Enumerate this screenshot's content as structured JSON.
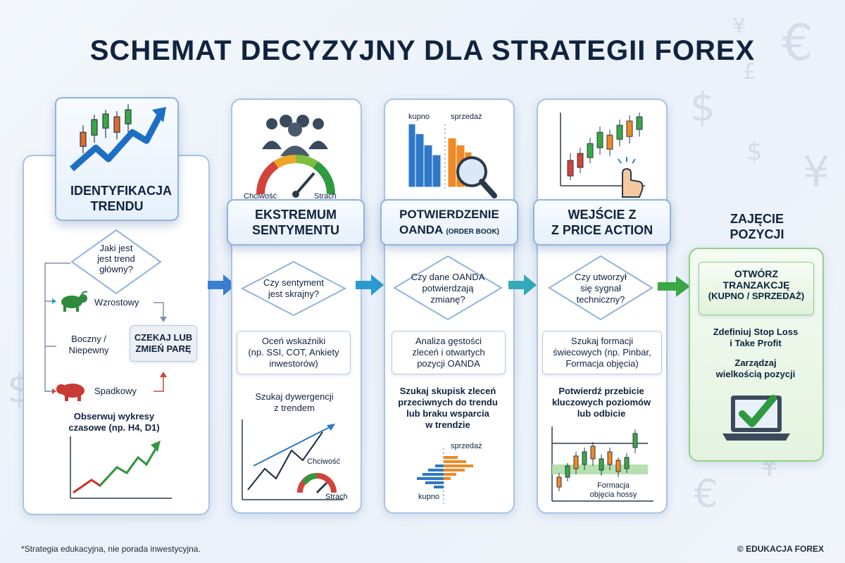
{
  "title": "SCHEMAT DECYZYJNY DLA STRATEGII FOREX",
  "colors": {
    "blue": "#2e78c8",
    "green": "#3aa844",
    "red": "#d2433a",
    "orange": "#f08a24",
    "navy": "#10233f"
  },
  "columns": [
    {
      "title": "IDENTYFIKACJA TRENDU",
      "question": "Jaki jest jest trend główny?",
      "question_lines": [
        "Jaki jest",
        "jest trend",
        "główny?"
      ],
      "branches": [
        {
          "label": "Wzrostowy",
          "icon": "bull-icon"
        },
        {
          "label": "Boczny / Niepewny",
          "lines": [
            "Boczny /",
            "Niepewny"
          ],
          "icon": "none"
        },
        {
          "label": "Spadkowy",
          "icon": "bear-icon"
        }
      ],
      "wait_box": [
        "CZEKAJ LUB",
        "ZMIEŃ PARĘ"
      ],
      "note": [
        "Obserwuj wykresy",
        "czasowe (np. H4, D1)"
      ]
    },
    {
      "title": [
        "EKSTREMUM",
        "SENTYMENTU"
      ],
      "gauge_left": "Chciwość",
      "gauge_right": "Strach",
      "question_lines": [
        "Czy sentyment",
        "jest skrajny?"
      ],
      "box_lines": [
        "Oceń wskaźniki",
        "(np. SSI, COT, Ankiety",
        "inwestorów)"
      ],
      "note": [
        "Szukaj dywergencji",
        "z trendem"
      ],
      "chart_label_top": "Chciwość",
      "chart_label_bottom": "Strach"
    },
    {
      "title_main": "POTWIERDZENIE",
      "title_line2": "OANDA",
      "title_small": "(ORDER BOOK)",
      "buy_label": "kupno",
      "sell_label": "sprzedaż",
      "question_lines": [
        "Czy dane OANDA",
        "potwierdzają",
        "zmianę?"
      ],
      "box_lines": [
        "Analiza gęstości",
        "zleceń i otwartych",
        "pozycji OANDA"
      ],
      "note": [
        "Szukaj skupisk zleceń",
        "przeciwnych do trendu",
        "lub braku wsparcia",
        "w trendzie"
      ],
      "chart_sell": "sprzedaż",
      "chart_buy": "kupno"
    },
    {
      "title": [
        "WEJŚCIE Z",
        "Z PRICE ACTION"
      ],
      "question_lines": [
        "Czy utworzył",
        "się sygnał",
        "techniczny?"
      ],
      "box_lines": [
        "Szukaj formacji",
        "świecowych (np. Pinbar,",
        "Formacja objęcia)"
      ],
      "note": [
        "Potwierdź przebicie",
        "kluczowych poziomów",
        "lub odbicie"
      ],
      "chart_label": [
        "Formacja",
        "objęcia hossy"
      ]
    },
    {
      "title": [
        "ZAJĘCIE",
        "POZYCJI"
      ],
      "box_lines": [
        "OTWÓRZ",
        "TRANZAKCJĘ",
        "(KUPNO / SPRZEDAŻ)"
      ],
      "note1": [
        "Zdefiniuj Stop Loss",
        "i Take Profit"
      ],
      "note2": [
        "Zarządzaj",
        "wielkością pozycji"
      ]
    }
  ],
  "footer_left": "*Strategia edukacyjna, nie porada inwestycyjna.",
  "footer_right": "© EDUKACJA FOREX",
  "background_symbols": [
    "¥",
    "€",
    "£",
    "$",
    "¥",
    "$",
    "€",
    "$",
    "¥"
  ]
}
